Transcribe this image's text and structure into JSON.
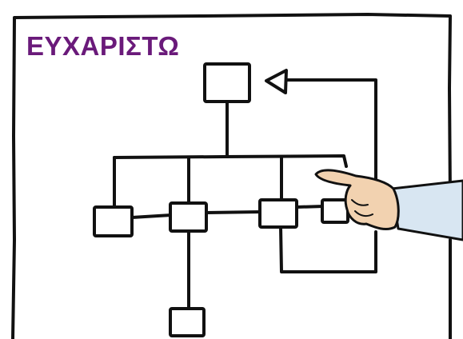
{
  "title": {
    "text": "ΕΥΧΑΡΙΣΤΩ",
    "color": "#6a1a7a"
  },
  "diagram": {
    "type": "hand-drawn organization / flowchart sketch",
    "boxes": [
      "top-box",
      "left-box",
      "center-box",
      "right-box",
      "small-right-box",
      "bottom-box"
    ],
    "icons": [
      "arrowhead-icon",
      "pointing-hand-icon"
    ],
    "ink_color": "#111111",
    "skin_color": "#f2d2b0",
    "sleeve_color": "#d8e6f2"
  }
}
